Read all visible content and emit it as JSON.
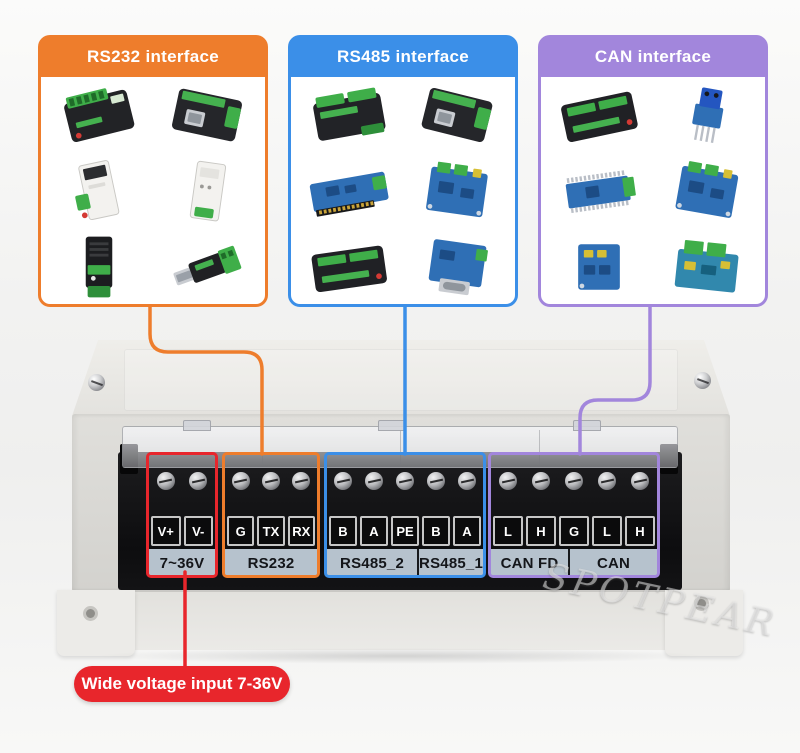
{
  "callouts": [
    {
      "id": "rs232",
      "title": "RS232 interface",
      "color": "#ee7d2c",
      "items": [
        {
          "icon": "black-module",
          "tilt": -14
        },
        {
          "icon": "black-converter",
          "tilt": 12
        },
        {
          "icon": "din-white",
          "tilt": -12
        },
        {
          "icon": "din-white-2",
          "tilt": 8
        },
        {
          "icon": "black-vertical",
          "tilt": 0
        },
        {
          "icon": "usb-adapter",
          "tilt": -20
        }
      ]
    },
    {
      "id": "rs485",
      "title": "RS485 interface",
      "color": "#3b8fe8",
      "items": [
        {
          "icon": "black-module-2",
          "tilt": -10
        },
        {
          "icon": "black-converter",
          "tilt": 14
        },
        {
          "icon": "hat-blue",
          "tilt": -10
        },
        {
          "icon": "board-blue",
          "tilt": 8
        },
        {
          "icon": "black-dual",
          "tilt": -8
        },
        {
          "icon": "board-blue-db9",
          "tilt": 8
        }
      ]
    },
    {
      "id": "can",
      "title": "CAN interface",
      "color": "#a286dc",
      "items": [
        {
          "icon": "black-dual",
          "tilt": -12
        },
        {
          "icon": "pin-module-blue",
          "tilt": 10
        },
        {
          "icon": "pico-blue",
          "tilt": -8
        },
        {
          "icon": "board-blue",
          "tilt": 10
        },
        {
          "icon": "board-blue-small",
          "tilt": 0
        },
        {
          "icon": "board-green",
          "tilt": 6
        }
      ]
    }
  ],
  "device": {
    "watermark": "SPOTPEAR",
    "groups": [
      {
        "id": "power",
        "color": "#e8262c",
        "terminals": [
          "V+",
          "V-"
        ],
        "bands": [
          {
            "text": "7~36V",
            "span": 2
          }
        ]
      },
      {
        "id": "rs232",
        "color": "#ee7d2c",
        "terminals": [
          "G",
          "TX",
          "RX"
        ],
        "bands": [
          {
            "text": "RS232",
            "span": 3
          }
        ]
      },
      {
        "id": "rs485",
        "color": "#3b8fe8",
        "terminals": [
          "B",
          "A",
          "PE",
          "B",
          "A"
        ],
        "bands": [
          {
            "text": "RS485_2",
            "span": 3
          },
          {
            "text": "RS485_1",
            "span": 2
          }
        ]
      },
      {
        "id": "can",
        "color": "#a286dc",
        "terminals": [
          "L",
          "H",
          "G",
          "L",
          "H"
        ],
        "bands": [
          {
            "text": "CAN FD",
            "span": 2.35
          },
          {
            "text": "CAN",
            "span": 2.65
          }
        ]
      }
    ]
  },
  "annotation": {
    "label": "Wide voltage input 7-36V",
    "color": "#e8262c"
  }
}
